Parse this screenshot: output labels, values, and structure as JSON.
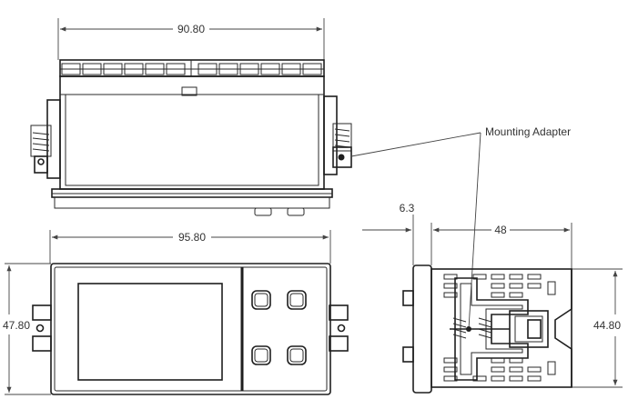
{
  "dimensions": {
    "top_width": "90.80",
    "front_width": "95.80",
    "front_height": "47.80",
    "side_flange": "6.3",
    "side_depth": "48",
    "side_height": "44.80"
  },
  "labels": {
    "mounting_adapter": "Mounting Adapter"
  },
  "colors": {
    "line": "#1e1e1e",
    "dimension_line": "#444444",
    "text": "#333333",
    "background": "#ffffff"
  }
}
